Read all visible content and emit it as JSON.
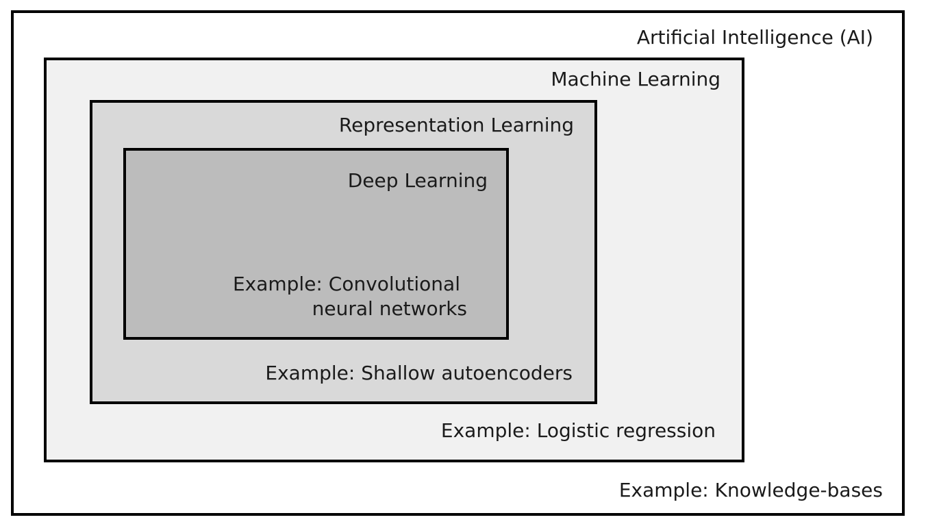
{
  "diagram": {
    "levels": [
      {
        "key": "ai",
        "title": "Artificial Intelligence (AI)",
        "example": "Example: Knowledge-bases",
        "fill": "#ffffff"
      },
      {
        "key": "ml",
        "title": "Machine Learning",
        "example": "Example: Logistic regression",
        "fill": "#f1f1f1"
      },
      {
        "key": "rl",
        "title": "Representation Learning",
        "example": "Example: Shallow autoencoders",
        "fill": "#d9d9d9"
      },
      {
        "key": "dl",
        "title": "Deep Learning",
        "example_line1": "Example: Convolutional",
        "example_line2": "neural networks",
        "fill": "#bcbcbc"
      }
    ]
  }
}
